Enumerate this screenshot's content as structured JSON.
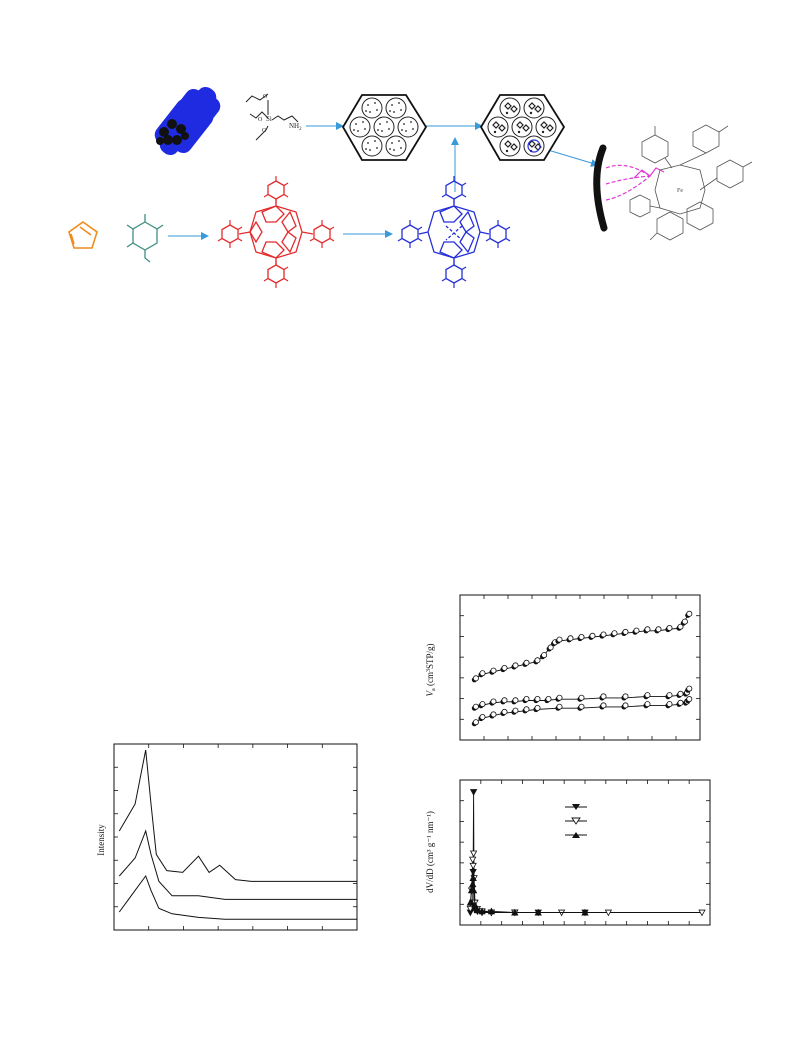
{
  "scheme": {
    "aptes_label": "NH",
    "aptes_subscript": "2",
    "si_label": "Si",
    "colors": {
      "mcm_rods": "#1f2be0",
      "arrow": "#3a9ad9",
      "pyrrole": "#f08c1e",
      "benzaldehyde": "#3f8f82",
      "porphyrin_free_base": "#e32b2b",
      "porphyrin_metal": "#2430d6",
      "anchored_link": "#e23ad6"
    }
  },
  "figures": {
    "xrd": {
      "ylabel": "Intensity"
    },
    "isotherm": {
      "ylabel_main": "V",
      "ylabel_sub": "a",
      "ylabel_unit": " (cm",
      "ylabel_sup": "3",
      "ylabel_tail": "STP/g)"
    },
    "psd": {
      "ylabel": "dV/dD (cm³ g⁻¹ nm⁻¹)"
    }
  },
  "chart_data": [
    {
      "type": "line",
      "ylabel": "Intensity",
      "xlabel": "",
      "series": [
        {
          "x": [
            1.0,
            1.6,
            2.0,
            2.2,
            2.4,
            2.8,
            3.4,
            4.0,
            4.4,
            4.8,
            5.4,
            6.0,
            7.0,
            8.0,
            9.0,
            10.0
          ],
          "y": [
            0.55,
            0.7,
            1.0,
            0.7,
            0.42,
            0.33,
            0.32,
            0.41,
            0.32,
            0.36,
            0.28,
            0.27,
            0.27,
            0.27,
            0.27,
            0.27
          ]
        },
        {
          "x": [
            1.0,
            1.6,
            2.0,
            2.2,
            2.5,
            3.0,
            4.0,
            5.0,
            6.0,
            8.0,
            10.0
          ],
          "y": [
            0.3,
            0.4,
            0.55,
            0.42,
            0.27,
            0.19,
            0.19,
            0.17,
            0.17,
            0.17,
            0.17
          ]
        },
        {
          "x": [
            1.0,
            1.6,
            2.0,
            2.2,
            2.5,
            3.0,
            4.0,
            5.0,
            6.0,
            8.0,
            10.0
          ],
          "y": [
            0.1,
            0.22,
            0.3,
            0.22,
            0.12,
            0.09,
            0.07,
            0.06,
            0.06,
            0.06,
            0.06
          ]
        }
      ]
    },
    {
      "type": "scatter",
      "ylabel": "Va (cm3STP/g)",
      "xlabel": "",
      "xlim": [
        0,
        1
      ],
      "series": [
        {
          "x": [
            0.02,
            0.05,
            0.1,
            0.15,
            0.2,
            0.25,
            0.3,
            0.33,
            0.36,
            0.38,
            0.4,
            0.45,
            0.5,
            0.55,
            0.6,
            0.65,
            0.7,
            0.75,
            0.8,
            0.85,
            0.9,
            0.95,
            0.97,
            0.99
          ],
          "y": [
            0.42,
            0.46,
            0.48,
            0.5,
            0.52,
            0.54,
            0.56,
            0.6,
            0.66,
            0.7,
            0.72,
            0.73,
            0.74,
            0.75,
            0.76,
            0.77,
            0.78,
            0.79,
            0.8,
            0.8,
            0.81,
            0.82,
            0.86,
            0.92
          ]
        },
        {
          "x": [
            0.02,
            0.05,
            0.1,
            0.15,
            0.2,
            0.25,
            0.3,
            0.35,
            0.4,
            0.5,
            0.6,
            0.7,
            0.8,
            0.9,
            0.95,
            0.98,
            0.99
          ],
          "y": [
            0.2,
            0.22,
            0.24,
            0.25,
            0.25,
            0.26,
            0.26,
            0.26,
            0.27,
            0.27,
            0.28,
            0.28,
            0.29,
            0.29,
            0.3,
            0.31,
            0.34
          ]
        },
        {
          "x": [
            0.02,
            0.05,
            0.1,
            0.15,
            0.2,
            0.25,
            0.3,
            0.4,
            0.5,
            0.6,
            0.7,
            0.8,
            0.9,
            0.95,
            0.98,
            0.99
          ],
          "y": [
            0.08,
            0.12,
            0.14,
            0.16,
            0.17,
            0.18,
            0.19,
            0.2,
            0.2,
            0.21,
            0.21,
            0.22,
            0.22,
            0.23,
            0.24,
            0.26
          ]
        }
      ]
    },
    {
      "type": "line",
      "ylabel": "dV/dD (cm³ g⁻¹ nm⁻¹)",
      "xlabel": "",
      "series": [
        {
          "x": [
            1.0,
            1.5,
            2.0,
            2.2,
            2.4,
            2.6,
            3.0,
            4.0,
            6.0,
            10.0,
            20.0,
            30.0,
            50.0
          ],
          "y": [
            0.02,
            0.05,
            0.1,
            0.35,
            1.0,
            0.1,
            0.04,
            0.03,
            0.02,
            0.02,
            0.02,
            0.02,
            0.02
          ]
        },
        {
          "x": [
            1.0,
            1.5,
            2.0,
            2.2,
            2.4,
            2.6,
            3.0,
            4.0,
            6.0,
            10.0,
            20.0,
            40.0,
            60.0,
            100.0
          ],
          "y": [
            0.05,
            0.2,
            0.45,
            0.4,
            0.5,
            0.3,
            0.1,
            0.05,
            0.03,
            0.02,
            0.02,
            0.02,
            0.02,
            0.02
          ]
        },
        {
          "x": [
            1.0,
            1.5,
            2.0,
            2.2,
            2.4,
            3.0,
            4.0,
            6.0,
            10.0,
            20.0,
            30.0,
            50.0
          ],
          "y": [
            0.1,
            0.2,
            0.25,
            0.3,
            0.2,
            0.08,
            0.04,
            0.03,
            0.03,
            0.02,
            0.02,
            0.02
          ]
        }
      ]
    }
  ]
}
